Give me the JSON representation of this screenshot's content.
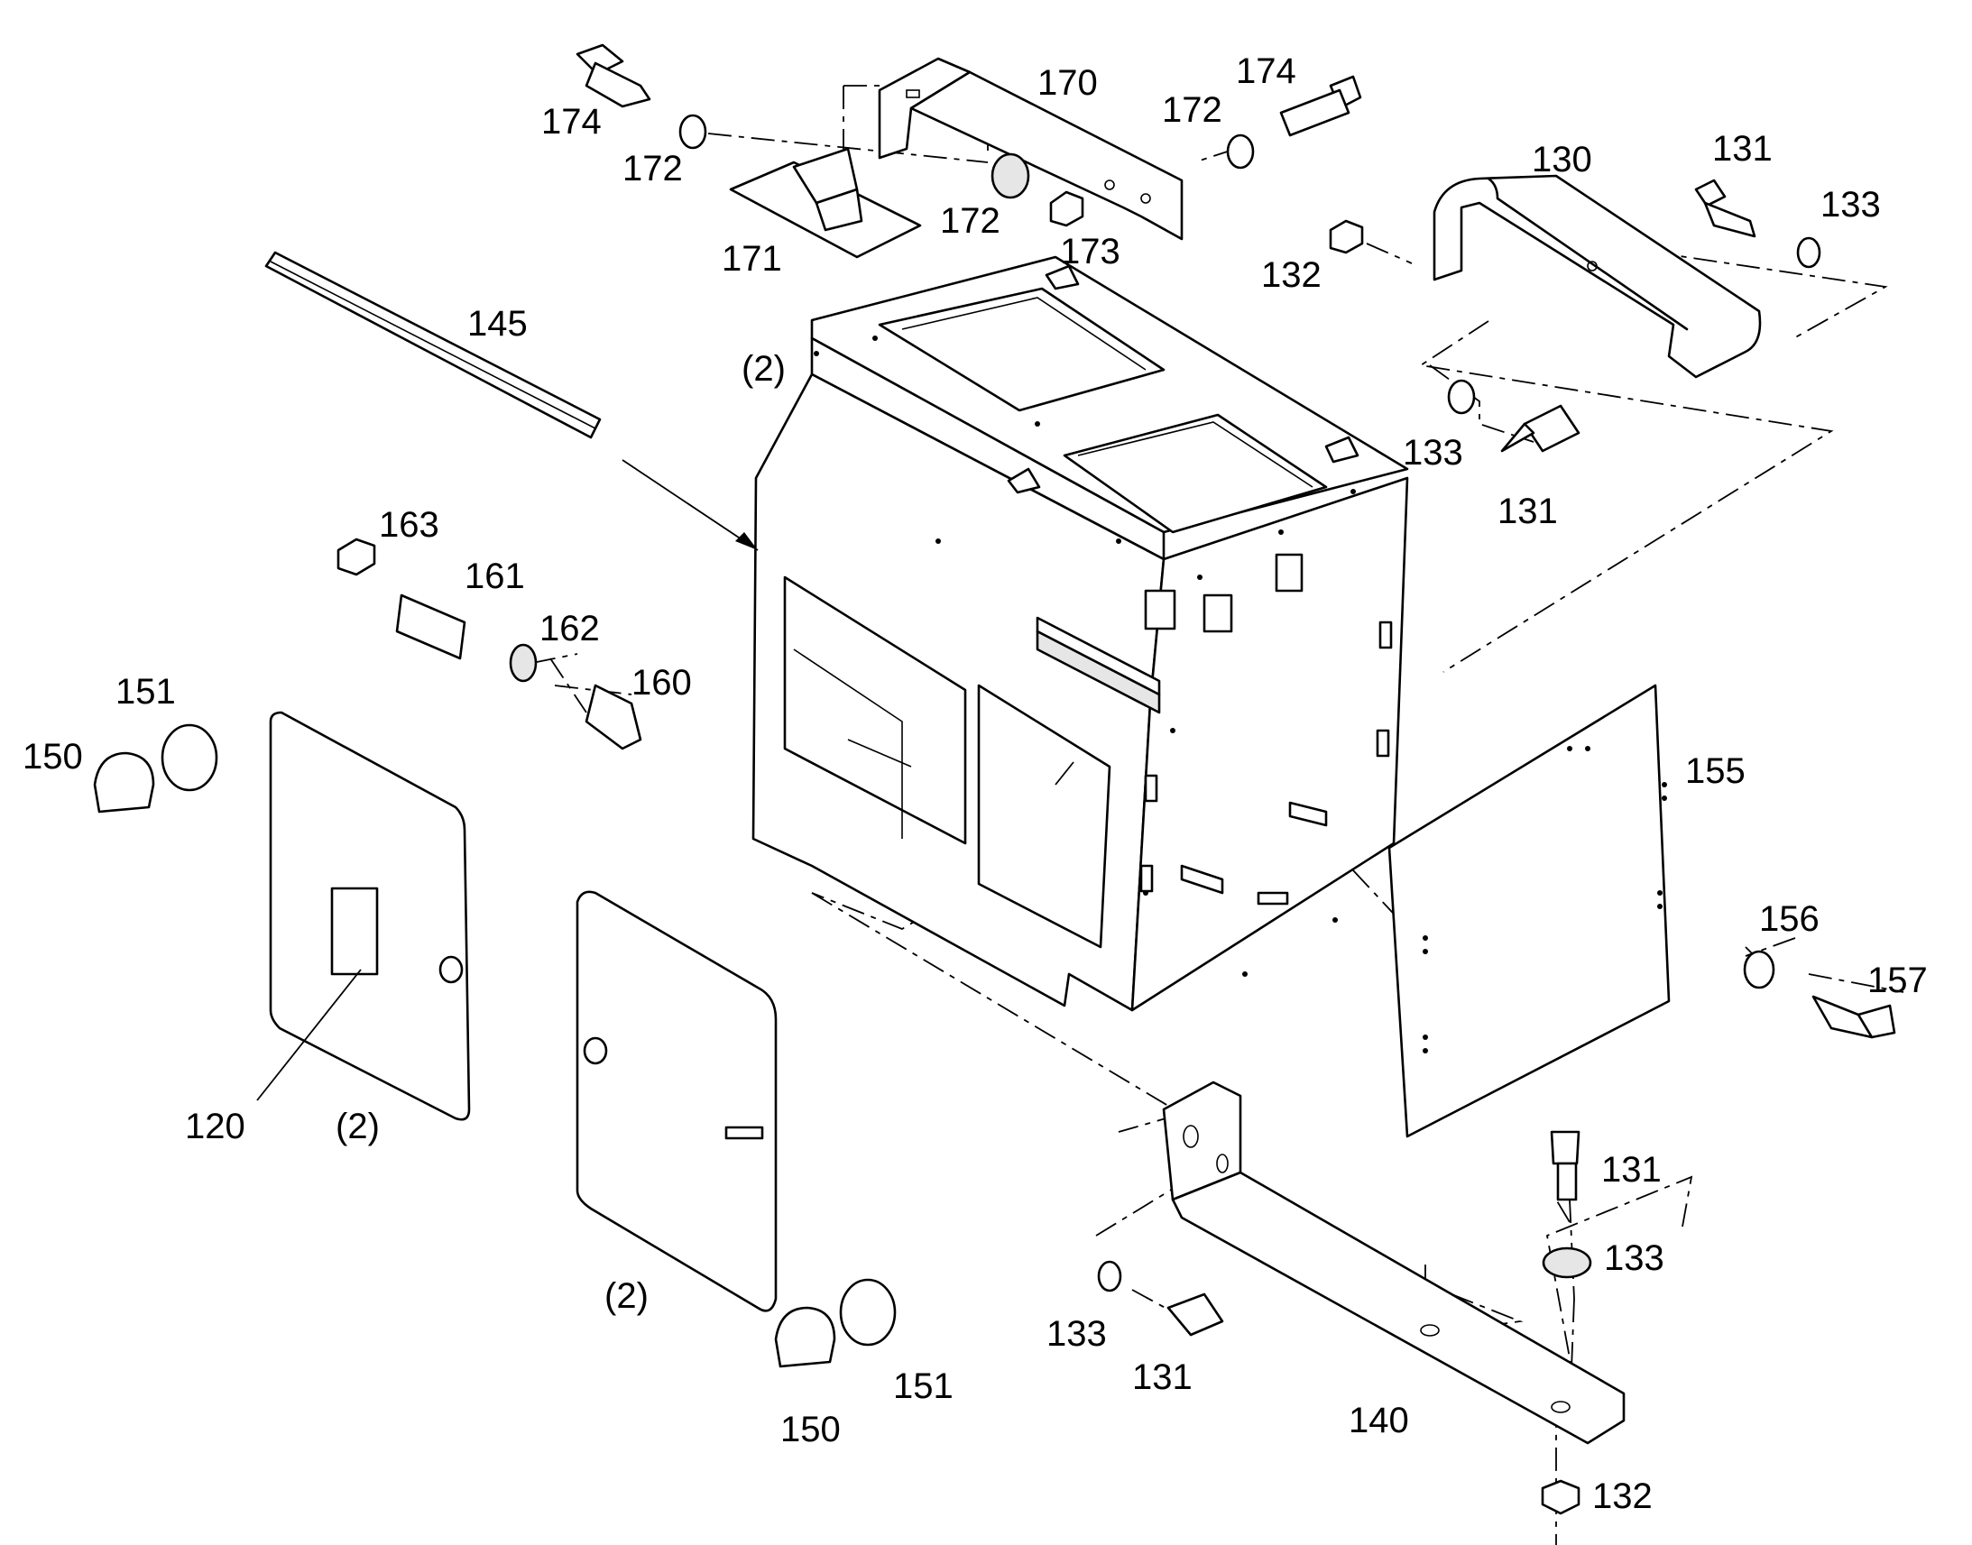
{
  "callouts": [
    {
      "id": "c1",
      "text": "174"
    },
    {
      "id": "c2",
      "text": "172"
    },
    {
      "id": "c3",
      "text": "170"
    },
    {
      "id": "c4",
      "text": "174"
    },
    {
      "id": "c5",
      "text": "172"
    },
    {
      "id": "c6",
      "text": "172"
    },
    {
      "id": "c7",
      "text": "173"
    },
    {
      "id": "c8",
      "text": "171"
    },
    {
      "id": "c9",
      "text": "130"
    },
    {
      "id": "c10",
      "text": "131"
    },
    {
      "id": "c11",
      "text": "133"
    },
    {
      "id": "c12",
      "text": "132"
    },
    {
      "id": "c13",
      "text": "133"
    },
    {
      "id": "c14",
      "text": "131"
    },
    {
      "id": "c15",
      "text": "145"
    },
    {
      "id": "c16",
      "text": "(2)"
    },
    {
      "id": "c17",
      "text": "163"
    },
    {
      "id": "c18",
      "text": "161"
    },
    {
      "id": "c19",
      "text": "162"
    },
    {
      "id": "c20",
      "text": "160"
    },
    {
      "id": "c21",
      "text": "151"
    },
    {
      "id": "c22",
      "text": "150"
    },
    {
      "id": "c23",
      "text": "155"
    },
    {
      "id": "c24",
      "text": "156"
    },
    {
      "id": "c25",
      "text": "157"
    },
    {
      "id": "c26",
      "text": "120"
    },
    {
      "id": "c27",
      "text": "(2)"
    },
    {
      "id": "c28",
      "text": "(2)"
    },
    {
      "id": "c29",
      "text": "131"
    },
    {
      "id": "c30",
      "text": "133"
    },
    {
      "id": "c31",
      "text": "133"
    },
    {
      "id": "c32",
      "text": "131"
    },
    {
      "id": "c33",
      "text": "140"
    },
    {
      "id": "c34",
      "text": "132"
    },
    {
      "id": "c35",
      "text": "150"
    },
    {
      "id": "c36",
      "text": "151"
    }
  ]
}
